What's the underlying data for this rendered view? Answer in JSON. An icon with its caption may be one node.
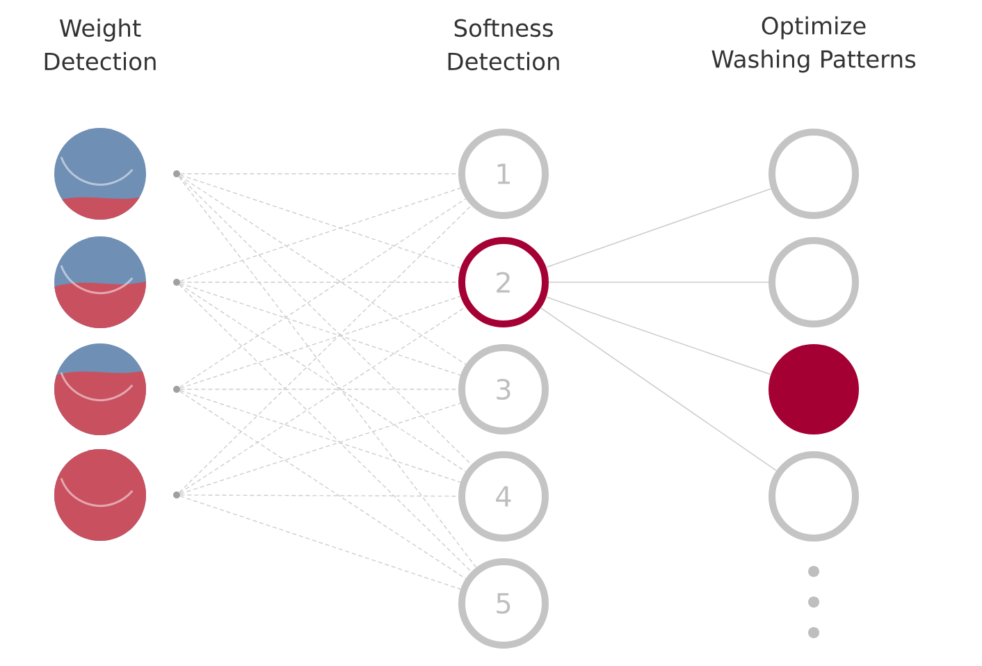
{
  "diagram": {
    "nodes": [
      {
        "text": [],
        "shape": "picture"
      },
      {
        "text": [],
        "shape": "picture"
      },
      {
        "text": [],
        "shape": "picture"
      },
      {
        "text": [],
        "shape": "picture"
      },
      {
        "text": [],
        "shape": "dot"
      },
      {
        "text": [],
        "shape": "dot"
      },
      {
        "text": [],
        "shape": "dot"
      },
      {
        "text": [],
        "shape": "dot"
      },
      {
        "text": [
          "1"
        ]
      },
      {
        "text": [
          "2"
        ]
      },
      {
        "text": [
          "3"
        ]
      },
      {
        "text": [
          "4"
        ]
      },
      {
        "text": [
          "5"
        ]
      },
      {
        "text": [],
        "shape": "circle"
      },
      {
        "text": [],
        "shape": "circle"
      },
      {
        "text": [],
        "shape": "circle"
      },
      {
        "text": [],
        "shape": "circle"
      }
    ],
    "edges": [
      {
        "from": 4,
        "to": 8,
        "arrow": "none",
        "style": "dashed"
      },
      {
        "from": 4,
        "to": 9,
        "arrow": "none",
        "style": "dashed"
      },
      {
        "from": 4,
        "to": 10,
        "arrow": "none",
        "style": "dashed"
      },
      {
        "from": 4,
        "to": 11,
        "arrow": "none",
        "style": "dashed"
      },
      {
        "from": 4,
        "to": 12,
        "arrow": "none",
        "style": "dashed"
      },
      {
        "from": 5,
        "to": 8,
        "arrow": "none",
        "style": "dashed"
      },
      {
        "from": 5,
        "to": 9,
        "arrow": "none",
        "style": "dashed"
      },
      {
        "from": 5,
        "to": 10,
        "arrow": "none",
        "style": "dashed"
      },
      {
        "from": 5,
        "to": 11,
        "arrow": "none",
        "style": "dashed"
      },
      {
        "from": 5,
        "to": 12,
        "arrow": "none",
        "style": "dashed"
      },
      {
        "from": 6,
        "to": 8,
        "arrow": "none",
        "style": "dashed"
      },
      {
        "from": 6,
        "to": 9,
        "arrow": "none",
        "style": "dashed"
      },
      {
        "from": 6,
        "to": 10,
        "arrow": "none",
        "style": "dashed"
      },
      {
        "from": 6,
        "to": 11,
        "arrow": "none",
        "style": "dashed"
      },
      {
        "from": 6,
        "to": 12,
        "arrow": "none",
        "style": "dashed"
      },
      {
        "from": 7,
        "to": 8,
        "arrow": "none",
        "style": "dashed"
      },
      {
        "from": 7,
        "to": 9,
        "arrow": "none",
        "style": "dashed"
      },
      {
        "from": 7,
        "to": 10,
        "arrow": "none",
        "style": "dashed"
      },
      {
        "from": 7,
        "to": 11,
        "arrow": "none",
        "style": "dashed"
      },
      {
        "from": 7,
        "to": 12,
        "arrow": "none",
        "style": "dashed"
      },
      {
        "from": 9,
        "to": 13,
        "arrow": "none"
      },
      {
        "from": 9,
        "to": 14,
        "arrow": "none"
      },
      {
        "from": 9,
        "to": 15,
        "arrow": "none"
      },
      {
        "from": 9,
        "to": 16,
        "arrow": "none"
      }
    ],
    "labels": [
      "Weight Detection",
      "Softness Detection",
      "Optimize Washing Patterns"
    ]
  }
}
